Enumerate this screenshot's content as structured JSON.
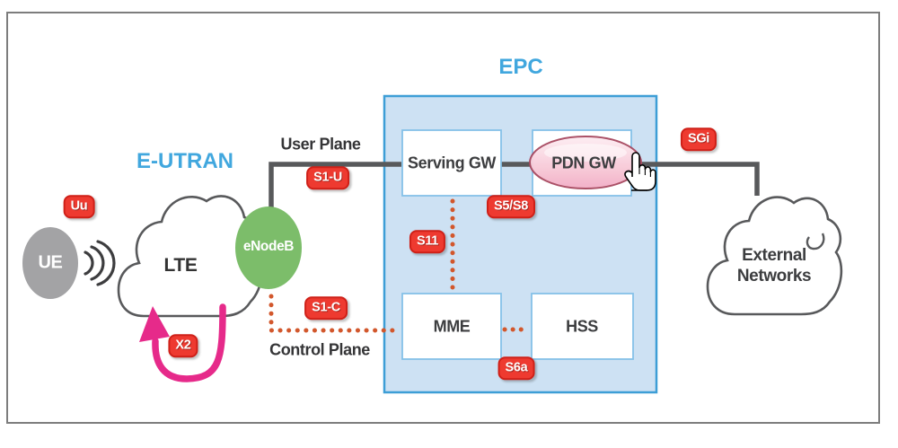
{
  "diagram": {
    "eutran_label": "E-UTRAN",
    "epc_label": "EPC",
    "planes": {
      "user": "User Plane",
      "control": "Control Plane"
    },
    "nodes": {
      "ue": "UE",
      "lte": "LTE",
      "enodeb": "eNodeB",
      "serving_gw": "Serving GW",
      "pdn_gw": "PDN GW",
      "mme": "MME",
      "hss": "HSS",
      "external_line1": "External",
      "external_line2": "Networks"
    },
    "interfaces": {
      "uu": "Uu",
      "x2": "X2",
      "s1u": "S1-U",
      "s1c": "S1-C",
      "s11": "S11",
      "s5s8": "S5/S8",
      "s6a": "S6a",
      "sgi": "SGi"
    },
    "colors": {
      "accent_blue": "#41a7de",
      "epc_fill": "#cde1f3",
      "epc_border": "#3d9ed6",
      "node_box_border": "#85c1e8",
      "badge_red": "#ee3a30",
      "enodeb_green": "#7cbd6a",
      "ue_gray": "#a3a3a5",
      "x2_pink": "#e62a8a",
      "line_gray": "#58595b",
      "dotted_orange": "#d2572c",
      "pdn_highlight_pink": "#f3b3c9"
    }
  }
}
